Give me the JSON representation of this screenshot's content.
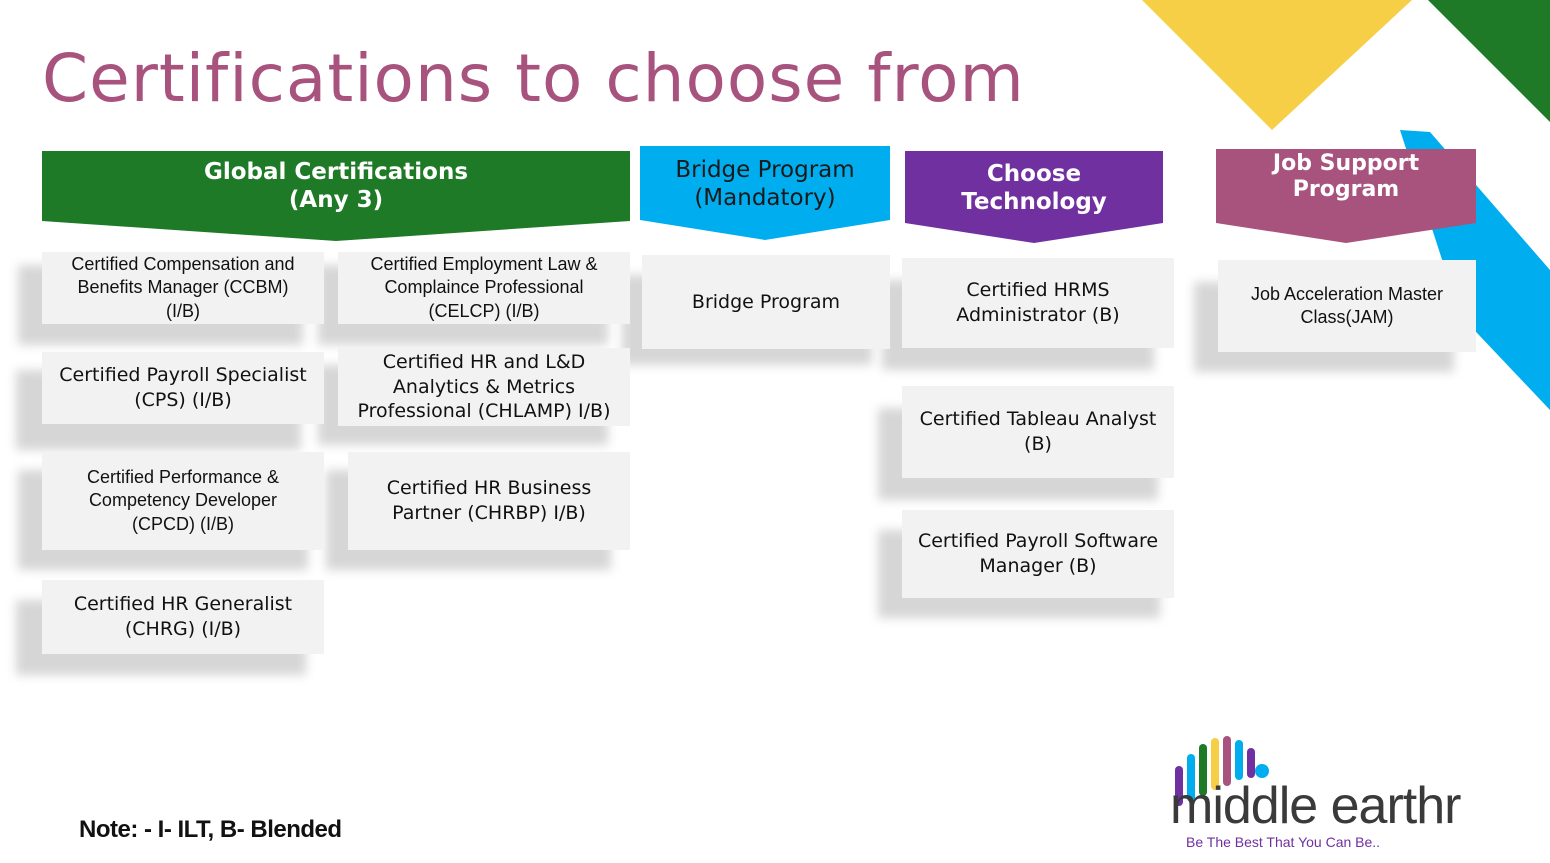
{
  "title": "Certifications to choose from",
  "colors": {
    "title": "#a8537e",
    "global_header": "#1e7a26",
    "bridge_header": "#00aeef",
    "tech_header": "#7030a0",
    "job_header": "#a8537e",
    "corner_yellow": "#f7cf47",
    "corner_green": "#1e7a26",
    "corner_blue": "#00aeef"
  },
  "headers": {
    "global": {
      "line1": "Global Certifications",
      "line2": "(Any 3)"
    },
    "bridge": {
      "line1": "Bridge Program",
      "line2": "(Mandatory)"
    },
    "tech": {
      "line1": "Choose",
      "line2": "Technology"
    },
    "job": {
      "line1": "Job Support",
      "line2": "Program"
    }
  },
  "global_certs": {
    "ccbm": {
      "line1": "Certified Compensation and",
      "line2": "Benefits Manager (CCBM)",
      "line3": "(I/B)"
    },
    "celcp": {
      "line1": "Certified Employment Law &",
      "line2": "Complaince Professional",
      "line3": "(CELCP) (I/B)"
    },
    "cps": {
      "line1": "Certified Payroll Specialist",
      "line2": "(CPS) (I/B)"
    },
    "chlamp": {
      "line1": "Certified HR and L&D",
      "line2": "Analytics & Metrics",
      "line3": "Professional (CHLAMP) I/B)"
    },
    "cpcd": {
      "line1": "Certified Performance &",
      "line2": "Competency Developer",
      "line3": "(CPCD) (I/B)"
    },
    "chrbp": {
      "line1": "Certified HR Business",
      "line2": "Partner (CHRBP) I/B)"
    },
    "chrg": {
      "line1": "Certified HR Generalist",
      "line2": "(CHRG) (I/B)"
    }
  },
  "bridge_items": {
    "bridge": "Bridge Program"
  },
  "tech_items": {
    "hrms": {
      "line1": "Certified HRMS",
      "line2": "Administrator (B)"
    },
    "tableau": {
      "line1": "Certified Tableau Analyst",
      "line2": "(B)"
    },
    "payroll_sw": {
      "line1": "Certified Payroll Software",
      "line2": "Manager (B)"
    }
  },
  "job_items": {
    "jam": {
      "line1": "Job Acceleration Master",
      "line2": "Class(JAM)"
    }
  },
  "note": "Note: - I- ILT, B- Blended",
  "logo": {
    "text": "middle earthr",
    "tagline": "Be The Best That You Can Be.."
  }
}
